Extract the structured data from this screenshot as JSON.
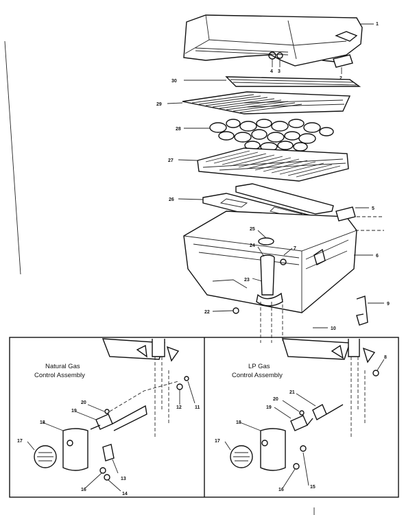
{
  "callouts": {
    "n1": "1",
    "n2": "2",
    "n3": "3",
    "n4": "4",
    "n5": "5",
    "n6": "6",
    "n7": "7",
    "n8": "8",
    "n9": "9",
    "n10": "10",
    "n11": "11",
    "n12": "12",
    "n13": "13",
    "n14": "14",
    "n15": "15",
    "n16a": "16",
    "n16b": "16",
    "n17a": "17",
    "n17b": "17",
    "n18a": "18",
    "n18b": "18",
    "n19a": "19",
    "n19b": "19",
    "n20a": "20",
    "n20b": "20",
    "n21": "21",
    "n22": "22",
    "n23": "23",
    "n24": "24",
    "n25": "25",
    "n26": "26",
    "n27": "27",
    "n28": "28",
    "n29": "29",
    "n30": "30"
  },
  "panels": {
    "natural": {
      "line1": "Natural Gas",
      "line2": "Control Assembly"
    },
    "lp": {
      "line1": "LP Gas",
      "line2": "Control Assembly"
    }
  }
}
